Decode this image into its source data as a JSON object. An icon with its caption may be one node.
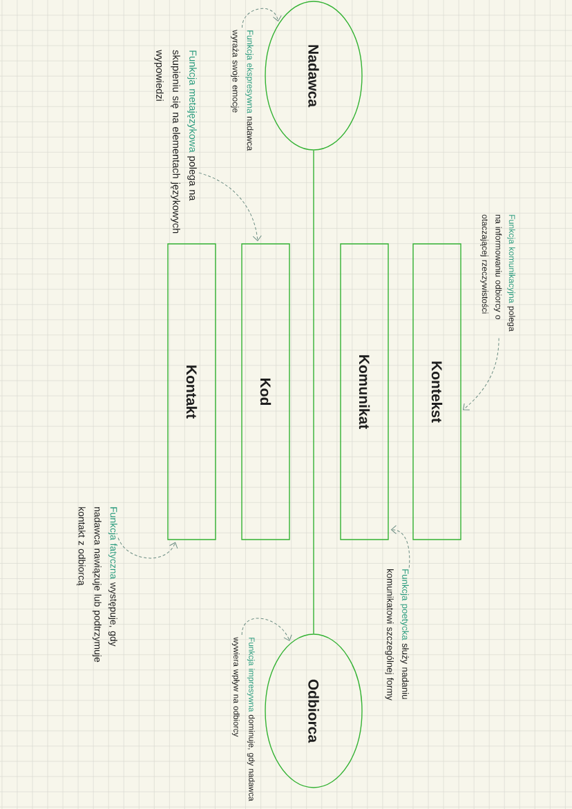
{
  "diagram": {
    "nodes": [
      {
        "text": [
          "Nadawca"
        ]
      },
      {
        "text": [
          "Kontekst"
        ]
      },
      {
        "text": [
          "Komunikat"
        ]
      },
      {
        "text": [
          "Kod"
        ]
      },
      {
        "text": [
          "Kontakt"
        ]
      },
      {
        "text": [
          "Odbiorca"
        ]
      },
      {
        "text": [
          "Funkcja komunikacyjna",
          "polega na informowaniu odbiorcy o otaczającej rzeczywistości"
        ]
      },
      {
        "text": [
          "Funkcja poetycka",
          "służy nadaniu komunikatowi szczególnej formy"
        ]
      },
      {
        "text": [
          "Funkcja ekspresywna",
          "nadawca wyraża swoje emocje"
        ]
      },
      {
        "text": [
          "Funkcja metajęzykowa",
          "polega na skupieniu się na elementach językowych wypowiedzi"
        ]
      },
      {
        "text": [
          "Funkcja impresywna",
          "dominuje, gdy nadawca wywiera wpływ na odbiorcy"
        ]
      },
      {
        "text": [
          "Funkcja fatyczna",
          "występuje, gdy nadawca nawiązuje lub podtrzymuje kontakt z odbiorcą"
        ]
      }
    ],
    "edges": [
      {
        "from": 0,
        "to": 5,
        "arrow": "none",
        "color": "#33b233"
      },
      {
        "from": 6,
        "to": 1,
        "arrow": "to",
        "style": "dashed"
      },
      {
        "from": 7,
        "to": 2,
        "arrow": "to",
        "style": "dashed"
      },
      {
        "from": 8,
        "to": 0,
        "arrow": "to",
        "style": "dashed"
      },
      {
        "from": 9,
        "to": 3,
        "arrow": "to",
        "style": "dashed"
      },
      {
        "from": 10,
        "to": 5,
        "arrow": "to",
        "style": "dashed"
      },
      {
        "from": 11,
        "to": 4,
        "arrow": "to",
        "style": "dashed"
      }
    ]
  }
}
